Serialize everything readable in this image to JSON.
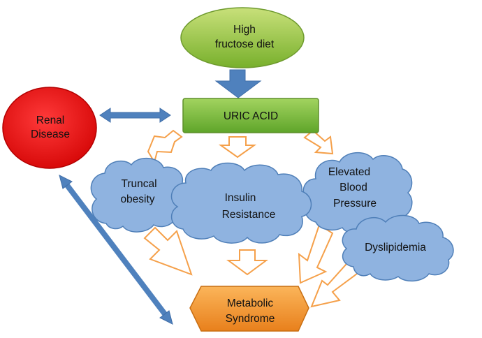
{
  "nodes": {
    "diet": {
      "line1": "High",
      "line2": "fructose diet"
    },
    "uric_acid": {
      "label": "URIC ACID"
    },
    "renal": {
      "line1": "Renal",
      "line2": "Disease"
    },
    "truncal": {
      "line1": "Truncal",
      "line2": "obesity"
    },
    "insulin": {
      "line1": "Insulin",
      "line2": "Resistance"
    },
    "blood_pressure": {
      "line1": "Elevated",
      "line2": "Blood",
      "line3": "Pressure"
    },
    "dyslipidemia": {
      "label": "Dyslipidemia"
    },
    "metabolic": {
      "line1": "Metabolic",
      "line2": "Syndrome"
    }
  },
  "colors": {
    "diet_fill": "#8dc63f",
    "uric_fill": "#7fc241",
    "renal_fill": "#ee1111",
    "cloud_fill": "#8fb3e0",
    "cloud_stroke": "#4f7fb8",
    "metabolic_fill": "#f39a2c",
    "blue_arrow": "#4f81bd",
    "open_arrow": "#f5a04a"
  }
}
